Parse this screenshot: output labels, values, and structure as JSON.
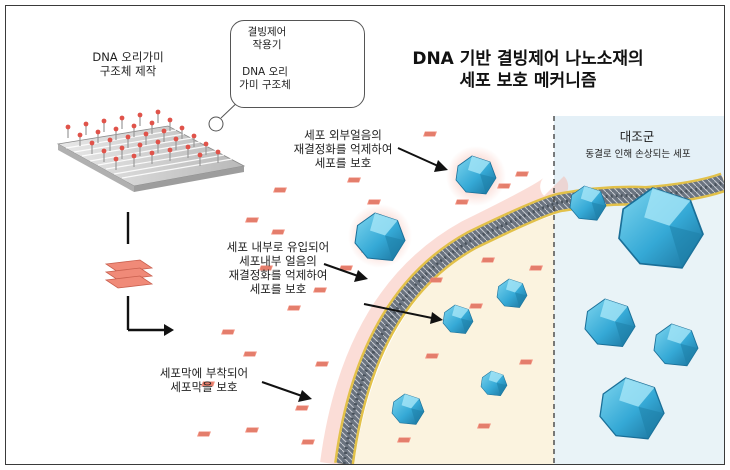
{
  "title": "DNA 기반 결빙제어 나노소재의\n세포 보호 메커니즘",
  "origami_section": {
    "label": "DNA 오리가미\n구조체 제작"
  },
  "inset": {
    "ice_agent_label": "결빙제어\n작용기",
    "origami_label": "DNA 오리\n가미 구조체"
  },
  "mechanisms": {
    "outside": "세포 외부얼음의\n재결정화를 억제하여\n세포를 보호",
    "inside": "세포 내부로 유입되어\n세포내부 얼음의\n재결정화를 억제하여\n세포를 보호",
    "membrane": "세포막에 부착되어\n세포막을 보호"
  },
  "control": {
    "title": "대조군",
    "subtitle": "동결로 인해 손상되는 세포"
  },
  "colors": {
    "ice_crystal": "#3fb4dc",
    "ice_dark": "#1d7fa8",
    "dna_tile": "#f08a78",
    "cytoplasm": "#fbf3df",
    "control_bg": "#e4f0f7",
    "membrane_core": "#5c6670",
    "membrane_head": "#e2c14a",
    "glow": "#f4a898"
  },
  "icons": [
    "ice-crystal-icon",
    "dna-origami-tile-icon",
    "dna-helix-icon",
    "arrow-icon"
  ]
}
